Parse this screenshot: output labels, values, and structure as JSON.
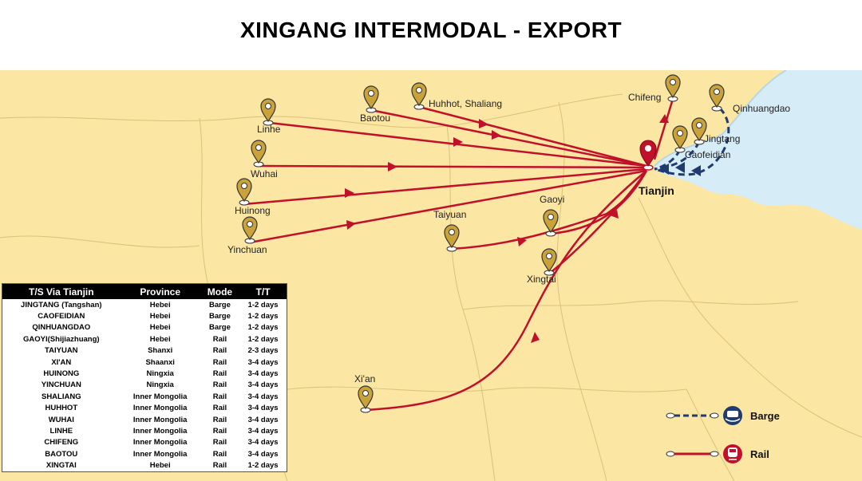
{
  "title": "XINGANG INTERMODAL - EXPORT",
  "hub": {
    "name": "Tianjin"
  },
  "cities": [
    {
      "name": "Linhe",
      "mode": "rail"
    },
    {
      "name": "Baotou",
      "mode": "rail"
    },
    {
      "name": "Huhhot, Shaliang",
      "mode": "rail"
    },
    {
      "name": "Chifeng",
      "mode": "rail"
    },
    {
      "name": "Qinhuangdao",
      "mode": "barge"
    },
    {
      "name": "Jingtang",
      "mode": "barge"
    },
    {
      "name": "Caofeidian",
      "mode": "barge"
    },
    {
      "name": "Wuhai",
      "mode": "rail"
    },
    {
      "name": "Huinong",
      "mode": "rail"
    },
    {
      "name": "Yinchuan",
      "mode": "rail"
    },
    {
      "name": "Taiyuan",
      "mode": "rail"
    },
    {
      "name": "Gaoyi",
      "mode": "rail"
    },
    {
      "name": "Xingtai",
      "mode": "rail"
    },
    {
      "name": "Xi'an",
      "mode": "rail"
    }
  ],
  "colors": {
    "rail": "#c0102a",
    "barge": "#1f3b6f",
    "land": "#fbe6a4",
    "sea": "#d6ecf7",
    "pin": "#c9a23a"
  },
  "table": {
    "headers": [
      "T/S Via Tianjin",
      "Province",
      "Mode",
      "T/T"
    ],
    "rows": [
      [
        "JINGTANG (Tangshan)",
        "Hebei",
        "Barge",
        "1-2 days"
      ],
      [
        "CAOFEIDIAN",
        "Hebei",
        "Barge",
        "1-2 days"
      ],
      [
        "QINHUANGDAO",
        "Hebei",
        "Barge",
        "1-2 days"
      ],
      [
        "GAOYI(Shijiazhuang)",
        "Hebei",
        "Rail",
        "1-2 days"
      ],
      [
        "TAIYUAN",
        "Shanxi",
        "Rail",
        "2-3 days"
      ],
      [
        "XI'AN",
        "Shaanxi",
        "Rail",
        "3-4 days"
      ],
      [
        "HUINONG",
        "Ningxia",
        "Rail",
        "3-4 days"
      ],
      [
        "YINCHUAN",
        "Ningxia",
        "Rail",
        "3-4 days"
      ],
      [
        "SHALIANG",
        "Inner Mongolia",
        "Rail",
        "3-4 days"
      ],
      [
        "HUHHOT",
        "Inner Mongolia",
        "Rail",
        "3-4 days"
      ],
      [
        "WUHAI",
        "Inner Mongolia",
        "Rail",
        "3-4 days"
      ],
      [
        "LINHE",
        "Inner Mongolia",
        "Rail",
        "3-4 days"
      ],
      [
        "CHIFENG",
        "Inner Mongolia",
        "Rail",
        "3-4 days"
      ],
      [
        "BAOTOU",
        "Inner Mongolia",
        "Rail",
        "3-4 days"
      ],
      [
        "XINGTAI",
        "Hebei",
        "Rail",
        "1-2 days"
      ]
    ]
  },
  "legend": {
    "barge": "Barge",
    "rail": "Rail",
    "barge_icon": "ship-icon",
    "rail_icon": "train-icon"
  }
}
